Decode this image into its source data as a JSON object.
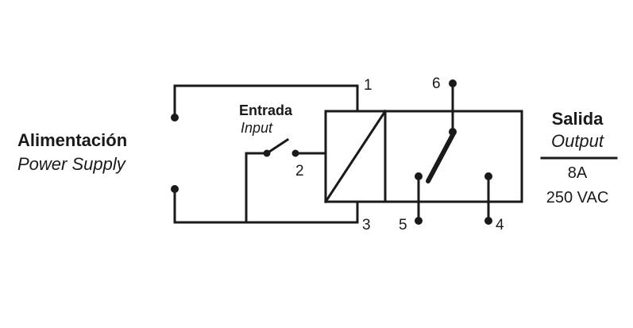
{
  "power": {
    "title": "Alimentación",
    "subtitle": "Power Supply"
  },
  "input": {
    "title": "Entrada",
    "subtitle": "Input"
  },
  "output": {
    "title": "Salida",
    "subtitle": "Output",
    "current": "8A",
    "voltage": "250 VAC"
  },
  "terminals": {
    "t1": "1",
    "t2": "2",
    "t3": "3",
    "t4": "4",
    "t5": "5",
    "t6": "6"
  },
  "colors": {
    "ink": "#1a1a1a",
    "background": "#ffffff"
  }
}
